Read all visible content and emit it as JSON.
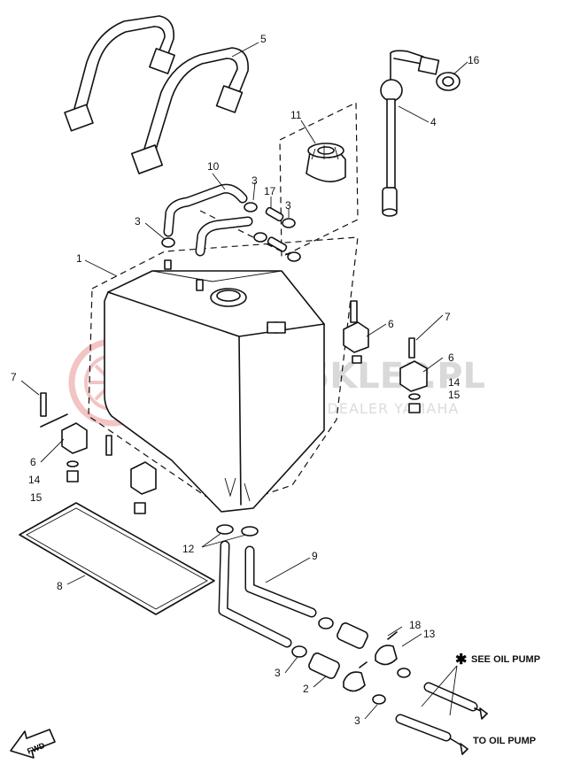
{
  "watermark": {
    "brand": "YAMA-SKLEP.PL",
    "tagline": "WOJCIECHOWICZ - DEALER YAMAHA"
  },
  "labels": {
    "p1": "1",
    "p2": "2",
    "p3a": "3",
    "p3b": "3",
    "p3c": "3",
    "p3d": "3",
    "p3e": "3",
    "p4": "4",
    "p5": "5",
    "p6a": "6",
    "p6b": "6",
    "p6c": "6",
    "p7a": "7",
    "p7b": "7",
    "p8": "8",
    "p9": "9",
    "p10": "10",
    "p11": "11",
    "p12": "12",
    "p13": "13",
    "p14a": "14",
    "p14b": "14",
    "p15a": "15",
    "p15b": "15",
    "p16": "16",
    "p17": "17",
    "p18": "18"
  },
  "notes": {
    "star": "✱",
    "see_oil_pump": "SEE OIL PUMP",
    "to_oil_pump": "TO OIL PUMP",
    "fwd": "FWD"
  }
}
